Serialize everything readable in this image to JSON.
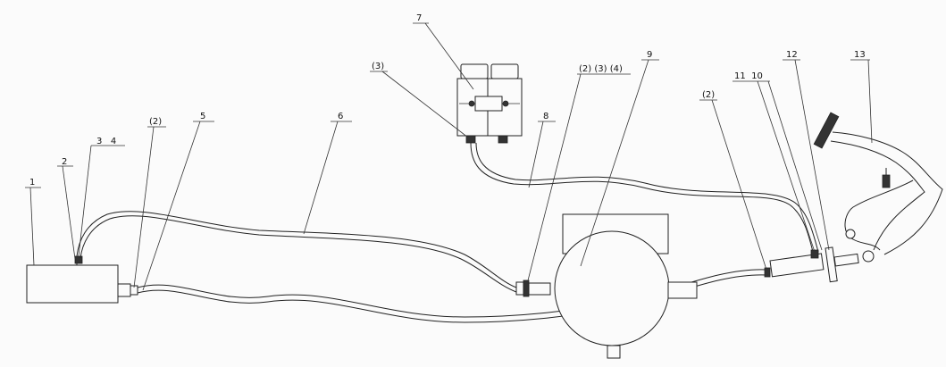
{
  "labels": {
    "n1": "1",
    "n2": "2",
    "n3_4": "3   4",
    "p2a": "(2)",
    "n5": "5",
    "n6": "6",
    "p3": "(3)",
    "n7": "7",
    "n8": "8",
    "p234": "(2) (3) (4)",
    "n9": "9",
    "p2b": "(2)",
    "n11_10": "11  10",
    "n12": "12",
    "n13": "13"
  }
}
